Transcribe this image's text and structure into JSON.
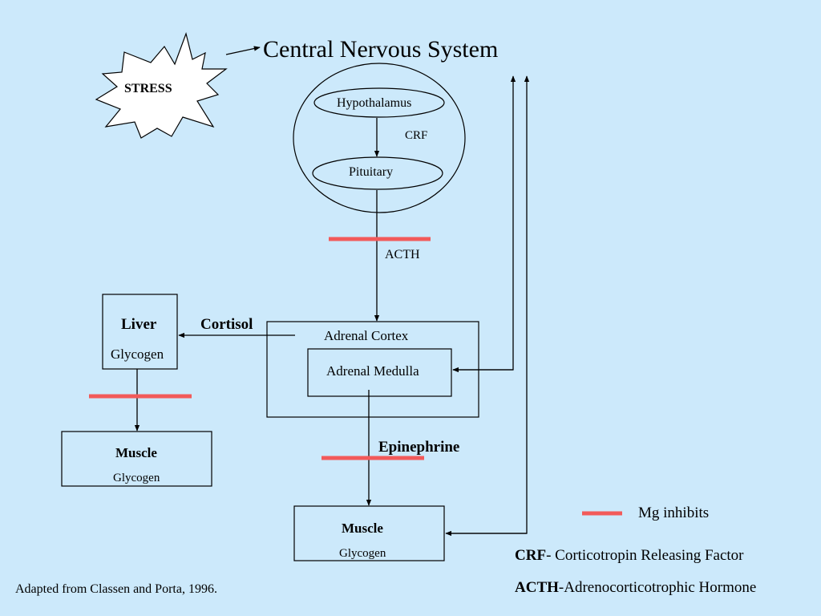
{
  "title": "Central Nervous System",
  "stress_label": "STRESS",
  "cns": {
    "hypothalamus": "Hypothalamus",
    "crf": "CRF",
    "pituitary": "Pituitary"
  },
  "acth": "ACTH",
  "adrenal": {
    "cortex": "Adrenal Cortex",
    "medulla": "Adrenal Medulla"
  },
  "cortisol": "Cortisol",
  "epinephrine": "Epinephrine",
  "liver": {
    "title": "Liver",
    "sub": "Glycogen"
  },
  "muscle_left": {
    "title": "Muscle",
    "sub": "Glycogen"
  },
  "muscle_bottom": {
    "title": "Muscle",
    "sub": "Glycogen"
  },
  "legend": {
    "label": "Mg inhibits",
    "color": "#f25a5a"
  },
  "definitions": [
    {
      "abbr": "CRF",
      "text": "- Corticotropin Releasing Factor"
    },
    {
      "abbr": "ACTH",
      "text": "-Adrenocorticotrophic Hormone"
    }
  ],
  "citation": "Adapted from Classen and Porta, 1996."
}
